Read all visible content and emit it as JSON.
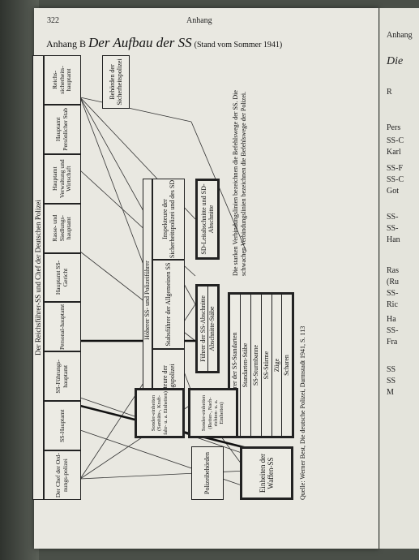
{
  "page": {
    "page_number": "322",
    "running_header": "Anhang",
    "title_prefix": "Anhang B",
    "title": "Der Aufbau der SS",
    "subtitle": "(Stand vom Sommer 1941)"
  },
  "chart": {
    "reichsfuehrer_label": "Der Reichsführer-SS und Chef der Deutschen Polizei",
    "hauptaemter": [
      "Der Chef der Ord-nungs-polizei",
      "SS-Hauptamt",
      "SS-Führungs-hauptamt",
      "Personal-hauptamt",
      "Hauptamt SS-Gericht",
      "Rasse- und Siedlungs-hauptamt",
      "Hauptamt Verwaltung und Wirtschaft",
      "Hauptamt Persönlicher Stab",
      "Reichs-sicherheits-hauptamt"
    ],
    "behoerden_sicherheitspolizei": "Behörden der Sicherheitspolizei",
    "hoehere_ss_polizeifuehrer": "Höherer SS- und Polizeiführer",
    "inspekteure_ordnungspolizei": "Inspekteure der Ordnungspolizei",
    "stabsfuehrer": "Stabsführer der Allgemeinen SS",
    "inspekteure_sicherheitspolizei": "Inspekteure der Sicherheitspolizei und des SD",
    "sd_abschnitte": "SD-Leitabschnitte und SD-Abschnitte",
    "fuehrer_abschnitte": "Führer der SS-Abschnitte",
    "abschnitte_staebe": "Abschnitte-Stäbe",
    "fuehrer_standarten": "Führer der SS-Standarten",
    "standarten_staebe": "Standarten-Stäbe",
    "sturmbanne": "SS-Sturmbanne",
    "stuerme": "SS-Stürme",
    "zuege": "Züge",
    "scharen": "Scharen",
    "polizeibehoerden": "Polizeibehörden",
    "einheiten_waffen_ss": "Einheiten der Waffen-SS",
    "sondereinheiten_reiter": "Sonder-einheiten (Reiter-, Nach-richten- u. a. Einheiten)",
    "sondereinheiten_sanitaets": "Sonder-einheiten (Sanitäts-, Kraft-fahr- u. a. Einheiten)",
    "legend_note": "Die starken Verbindungslinien bezeichnen die Befehlswege der SS. Die schwachen Verbindungslinien bezeichnen die Befehlswege der Polizei.",
    "source": "Quelle: Werner Best, Die deutsche Polizei, Darmstadt 1941, S. 113"
  },
  "next_page": {
    "lines": [
      "Anhang",
      "Die",
      "R",
      "Pers",
      "SS-C",
      "Karl",
      "SS-F",
      "SS-C",
      "Got",
      "SS-",
      "SS-",
      "Han",
      "Ras",
      "(Ru",
      "SS-",
      "Ric",
      "Ha",
      "SS-",
      "Fra",
      "SS",
      "SS",
      "M"
    ]
  }
}
